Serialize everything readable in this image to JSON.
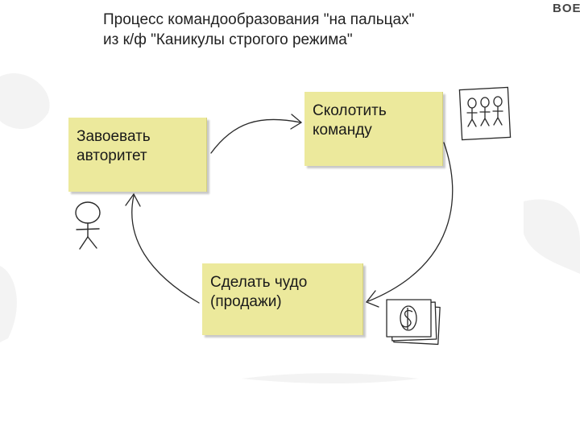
{
  "slide": {
    "title_line1": "Процесс командообразования \"на пальцах\"",
    "title_line2": "из к/ф \"Каникулы строгого режима\"",
    "brand_fragment": "BOE"
  },
  "steps": [
    {
      "line1": "Завоевать",
      "line2": "авторитет"
    },
    {
      "line1": "Сколотить",
      "line2": "команду"
    },
    {
      "line1": "Сделать чудо",
      "line2": "(продажи)"
    }
  ],
  "icons": {
    "leader": "stick-figure-icon",
    "team": "team-of-three-icon",
    "money": "dollar-banknotes-icon"
  },
  "colors": {
    "note": "#ece99c",
    "ink": "#222222",
    "background": "#ffffff"
  }
}
